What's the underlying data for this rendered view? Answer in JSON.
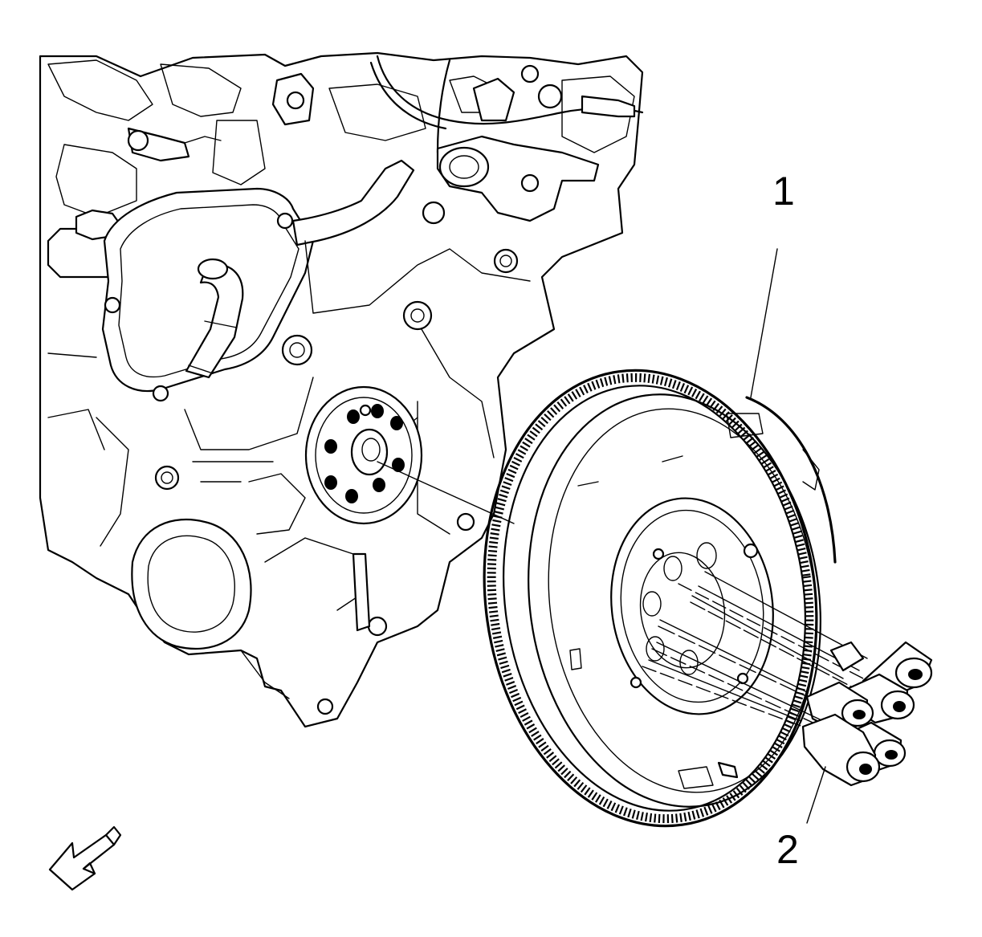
{
  "callouts": [
    {
      "id": "1",
      "label": "1"
    },
    {
      "id": "2",
      "label": "2"
    }
  ],
  "icons": {
    "view_direction": "view-direction-arrow-icon"
  }
}
